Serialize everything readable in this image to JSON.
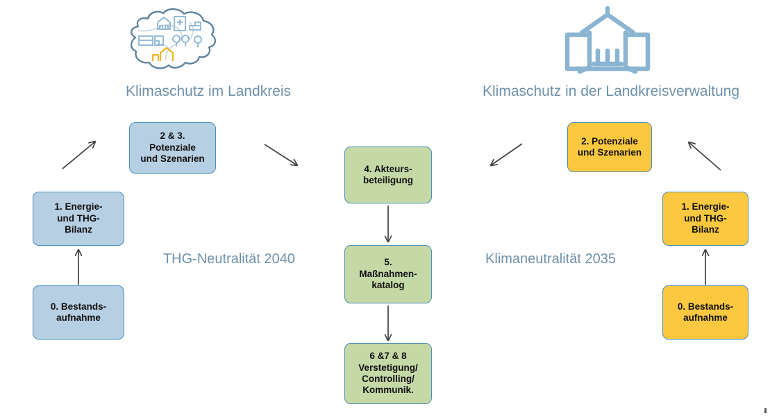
{
  "diagram": {
    "left_branch": {
      "icon": "landkreis-map-icon",
      "title": "Klimaschutz im Landkreis",
      "goal_label": "THG-Neutralität 2040",
      "color": "#b7cfe3",
      "steps": [
        {
          "id": "l0",
          "label": "0. Bestands-\naufnahme"
        },
        {
          "id": "l1",
          "label": "1. Energie-\nund THG-\nBilanz"
        },
        {
          "id": "l2",
          "label": "2 & 3.\nPotenziale\nund Szenarien"
        }
      ]
    },
    "right_branch": {
      "icon": "town-hall-icon",
      "title": "Klimaschutz in der Landkreisverwaltung",
      "goal_label": "Klimaneutralität 2035",
      "color": "#fbc83f",
      "steps": [
        {
          "id": "r0",
          "label": "0. Bestands-\naufnahme"
        },
        {
          "id": "r1",
          "label": "1. Energie-\nund THG-\nBilanz"
        },
        {
          "id": "r2",
          "label": "2. Potenziale\nund Szenarien"
        }
      ]
    },
    "center_branch": {
      "color": "#c5d9a6",
      "steps": [
        {
          "id": "c4",
          "label": "4. Akteurs-\nbeteiligung"
        },
        {
          "id": "c5",
          "label": "5.\nMaßnahmen-\nkatalog"
        },
        {
          "id": "c6",
          "label": "6 &7 & 8\nVerstetigung/\nControlling/\nKommunik."
        }
      ]
    },
    "colors": {
      "heading_text": "#6e91ab",
      "box_border": "#4a8fba",
      "box_text": "#101010",
      "arrow": "#3f3f3f",
      "icon_blue": "#8ab4d2",
      "icon_outline": "#5a7f9c",
      "icon_accent_yellow": "#f0b323"
    },
    "arrows": [
      {
        "name": "arrow-l0-to-l1",
        "type": "up"
      },
      {
        "name": "arrow-l1-to-l2",
        "type": "diagonal-up-right"
      },
      {
        "name": "arrow-l2-to-center",
        "type": "diagonal-down-right"
      },
      {
        "name": "arrow-c4-to-c5",
        "type": "down"
      },
      {
        "name": "arrow-c5-to-c6",
        "type": "down"
      },
      {
        "name": "arrow-center-to-r2",
        "type": "diagonal-down-left"
      },
      {
        "name": "arrow-r1-to-r2",
        "type": "diagonal-up-left"
      },
      {
        "name": "arrow-r0-to-r1",
        "type": "up"
      }
    ]
  }
}
